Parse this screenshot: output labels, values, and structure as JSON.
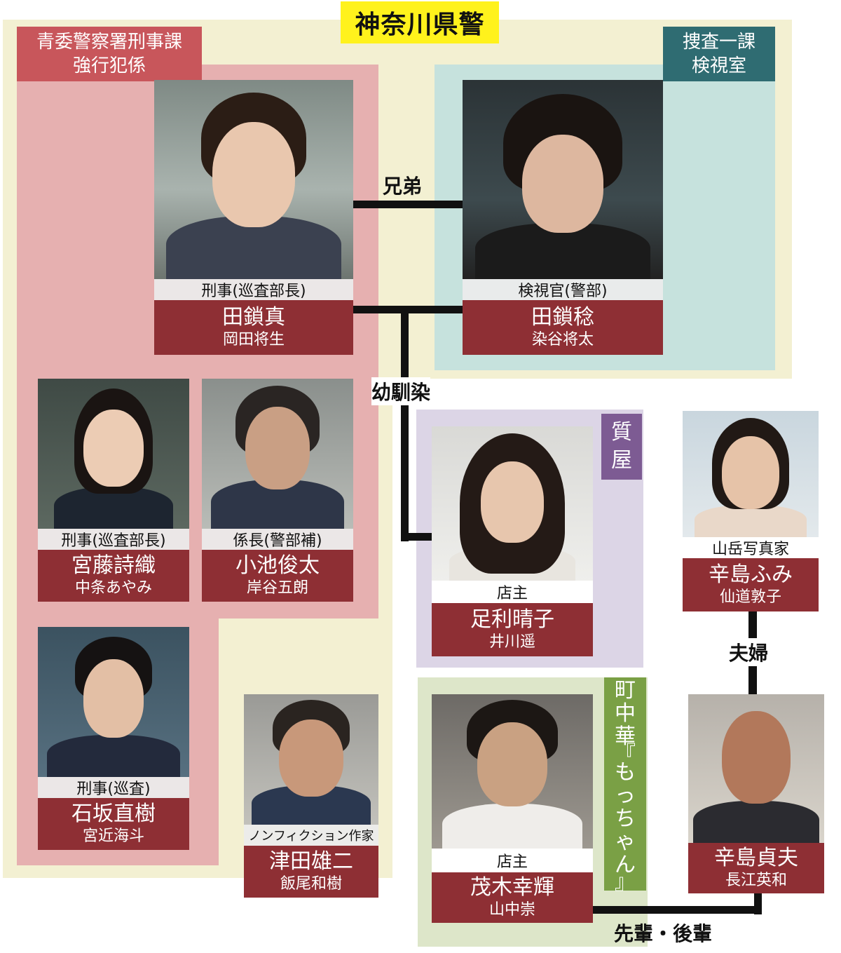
{
  "colors": {
    "prefecture_bg": "#f3f0d2",
    "aokan_bg": "#e6b0b0",
    "kenshi_bg": "#c6e2dd",
    "shichiya_bg": "#dcd5e6",
    "machi_bg": "#dde6c9",
    "name_box": "#8e2f34",
    "title_yellow": "#fff21c"
  },
  "header": {
    "prefecture": "神奈川県警"
  },
  "groups": {
    "aokan": {
      "line1": "青委警察署刑事課",
      "line2": "強行犯係"
    },
    "kenshi": {
      "line1": "捜査一課",
      "line2": "検視室"
    },
    "shichiya": {
      "chars": [
        "質",
        "屋"
      ]
    },
    "machi": {
      "chars": [
        "町",
        "中",
        "華",
        "『",
        "も",
        "っ",
        "ち",
        "ゃ",
        "ん",
        "』"
      ]
    }
  },
  "people": {
    "shin": {
      "role": "刑事(巡査部長)",
      "character": "田鎖真",
      "actor": "岡田将生"
    },
    "minoru": {
      "role": "検視官(警部)",
      "character": "田鎖稔",
      "actor": "染谷将太"
    },
    "miyafuji": {
      "role": "刑事(巡査部長)",
      "character": "宮藤詩織",
      "actor": "中条あやみ"
    },
    "koike": {
      "role": "係長(警部補)",
      "character": "小池俊太",
      "actor": "岸谷五朗"
    },
    "ishizaka": {
      "role": "刑事(巡査)",
      "character": "石坂直樹",
      "actor": "宮近海斗"
    },
    "tsuda": {
      "role": "ノンフィクション作家",
      "character": "津田雄二",
      "actor": "飯尾和樹"
    },
    "ashikaga": {
      "role": "店主",
      "character": "足利晴子",
      "actor": "井川遥"
    },
    "moteki": {
      "role": "店主",
      "character": "茂木幸輝",
      "actor": "山中崇"
    },
    "karashima_fumi": {
      "role": "山岳写真家",
      "character": "辛島ふみ",
      "actor": "仙道敦子"
    },
    "karashima_sadao": {
      "role": "",
      "character": "辛島貞夫",
      "actor": "長江英和"
    }
  },
  "relations": {
    "brothers": "兄弟",
    "childhood_friends": "幼馴染",
    "couple": "夫婦",
    "senpai_kohai": "先輩・後輩"
  }
}
